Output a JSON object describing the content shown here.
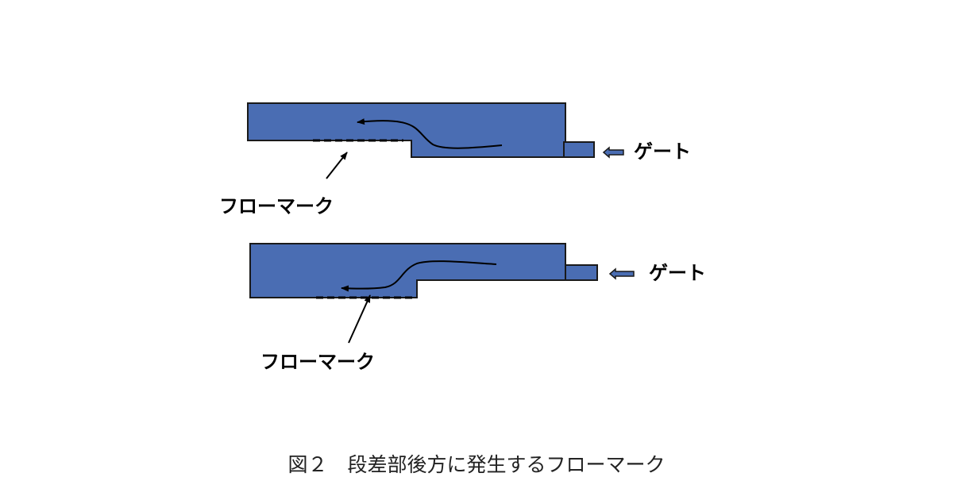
{
  "diagram": {
    "top": {
      "gate_label": "ゲート",
      "flow_mark_label": "フローマーク"
    },
    "bottom": {
      "gate_label": "ゲート",
      "flow_mark_label": "フローマーク"
    }
  },
  "caption": "図２　段差部後方に発生するフローマーク",
  "colors": {
    "part_fill": "#4A6DB3",
    "outline": "#1a1a1a",
    "arrow_fill": "#4A6DB3"
  }
}
